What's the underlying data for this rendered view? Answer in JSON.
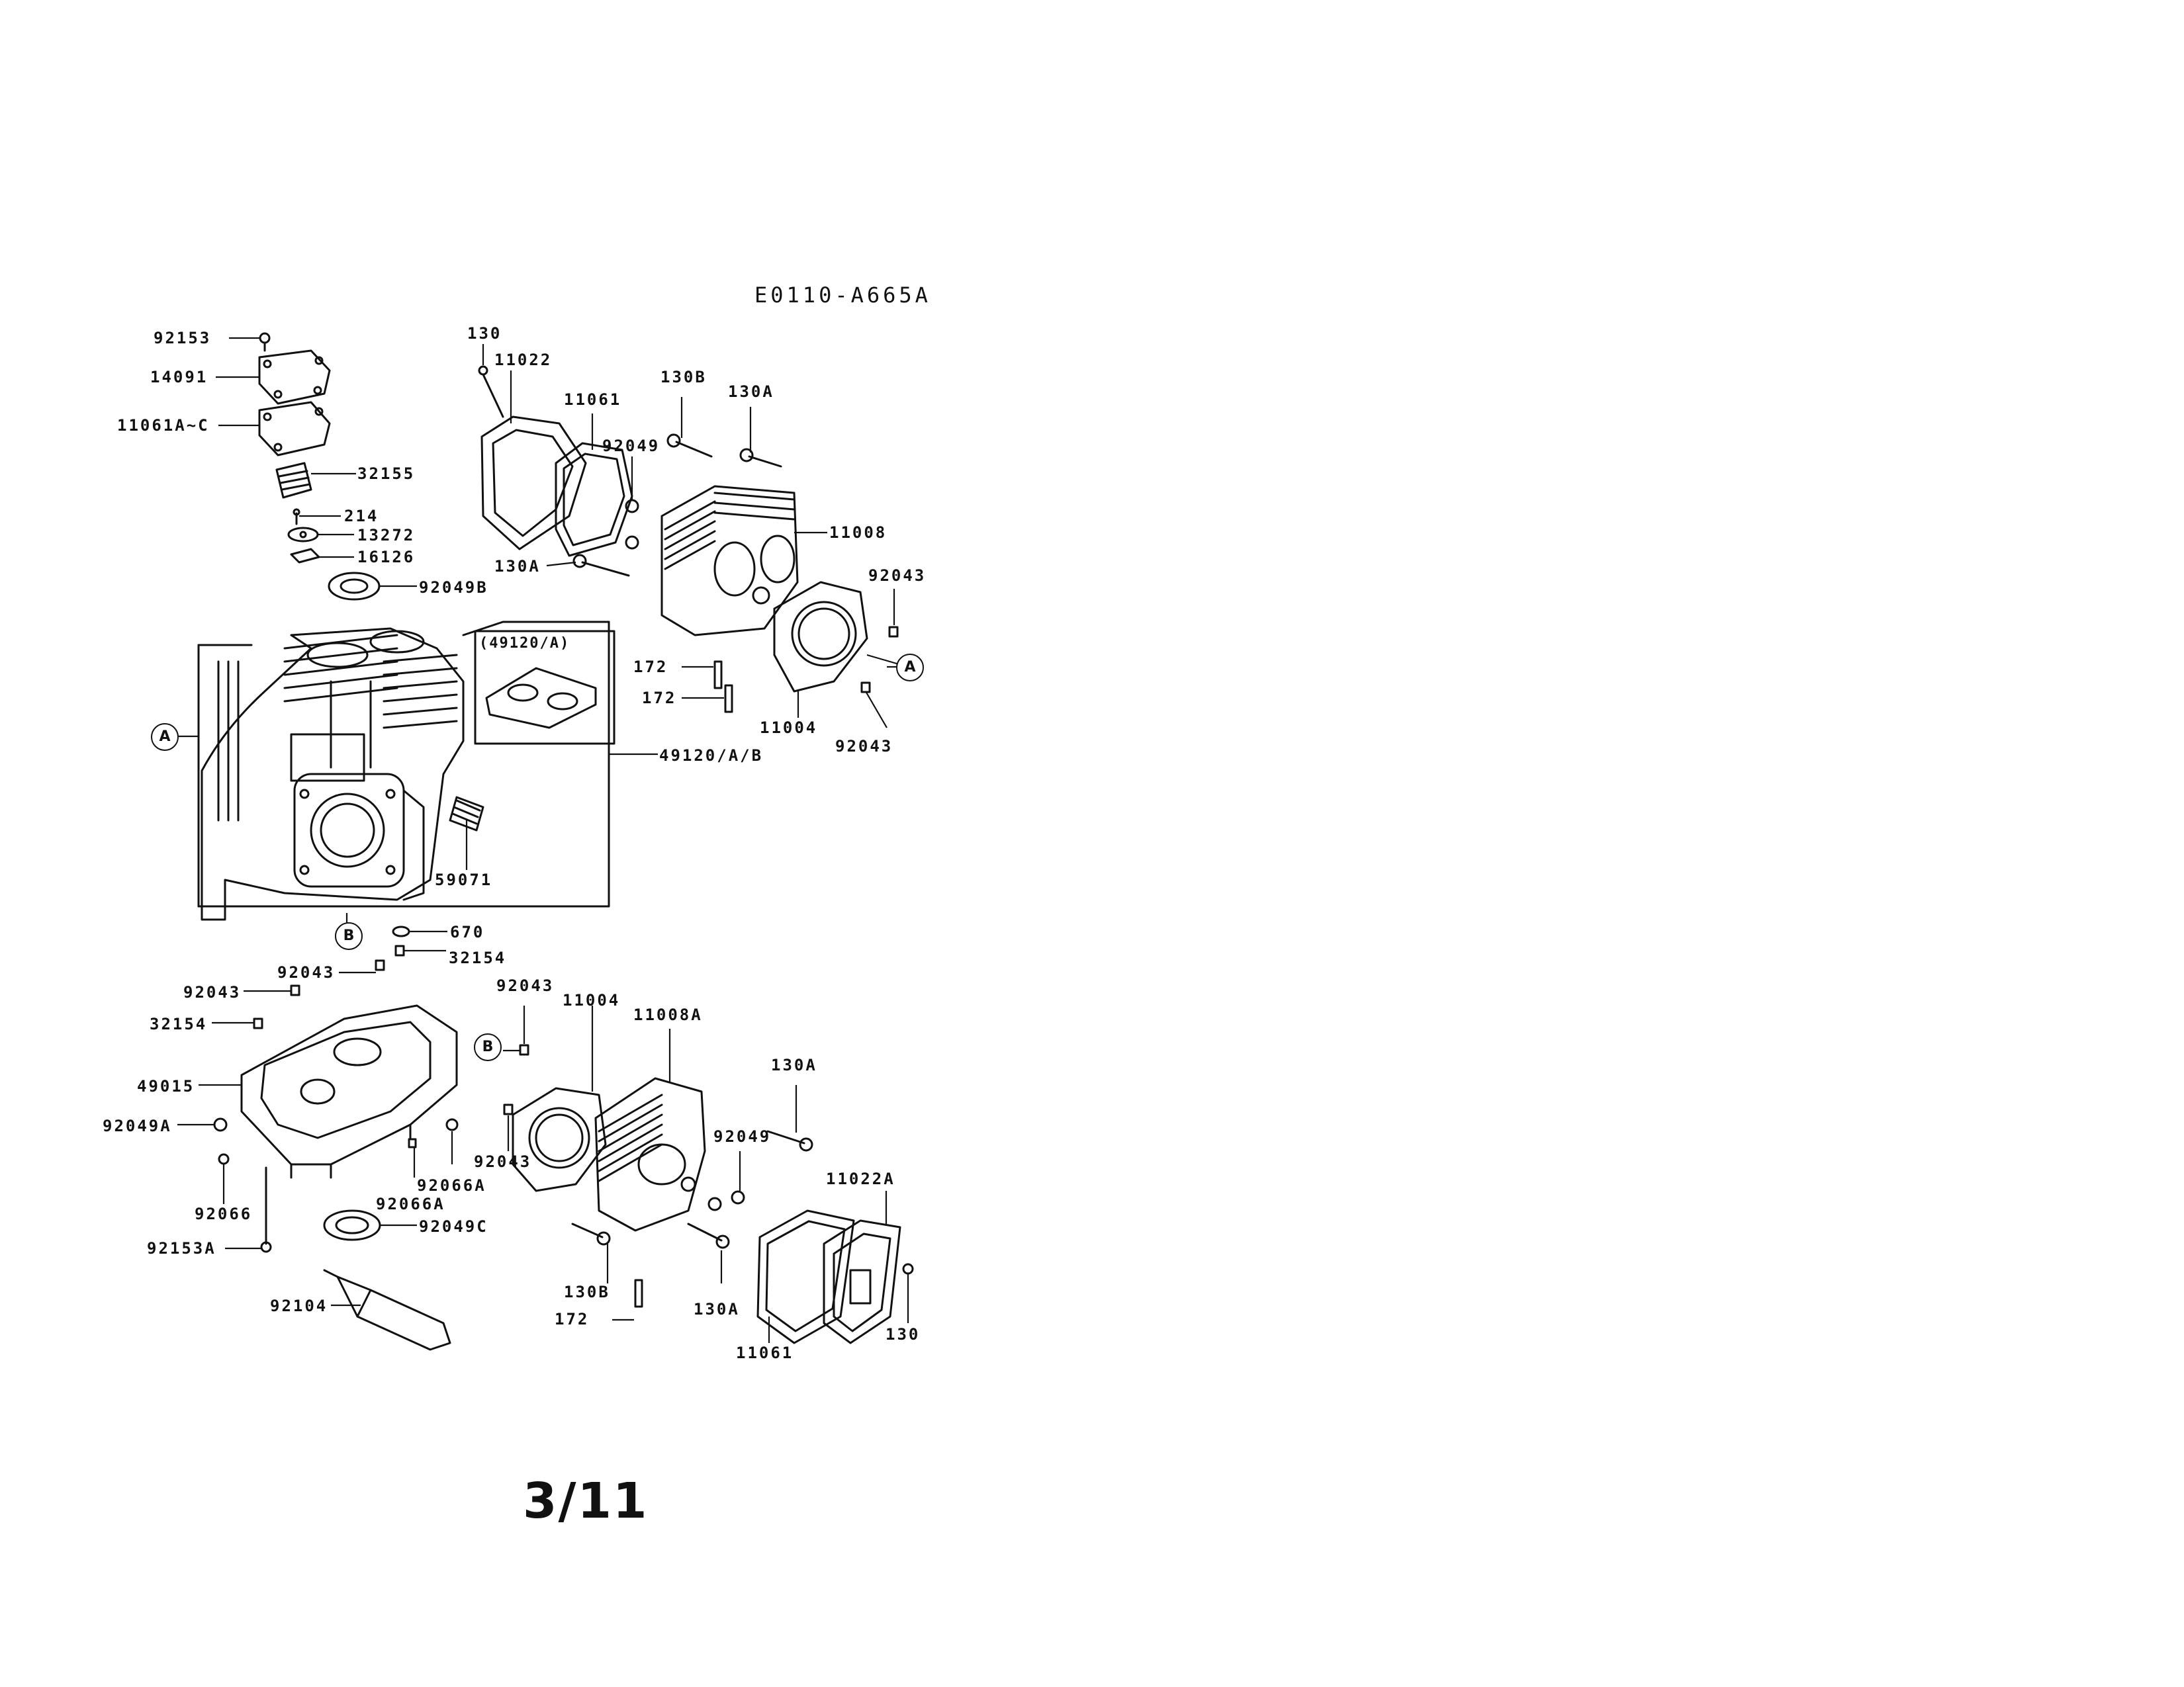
{
  "header": {
    "diagram_code": "E0110-A665A"
  },
  "footer": {
    "page_number": "3/11"
  },
  "callouts": {
    "A_left": "A",
    "A_right": "A",
    "B_main": "B",
    "B_lower": "B"
  },
  "inset": {
    "label": "(49120/A)"
  },
  "labels": {
    "p92153": "92153",
    "p14091": "14091",
    "p11061AC": "11061A~C",
    "p32155": "32155",
    "p214": "214",
    "p13272": "13272",
    "p16126": "16126",
    "p92049B": "92049B",
    "p49120AB": "49120/A/B",
    "p59071": "59071",
    "p670": "670",
    "p130_top": "130",
    "p11022": "11022",
    "p11061_top": "11061",
    "p130B_top": "130B",
    "p130A_top": "130A",
    "p92049_top": "92049",
    "p11008": "11008",
    "p130A_mid": "130A",
    "p92043_r1": "92043",
    "p172_a": "172",
    "p172_b": "172",
    "p11004_top": "11004",
    "p92043_r2": "92043",
    "p92043_l1": "92043",
    "p32154_r": "32154",
    "p92043_l2": "92043",
    "p32154_l": "32154",
    "p49015": "49015",
    "p92049A": "92049A",
    "p92066": "92066",
    "p92153A": "92153A",
    "p92066A_a": "92066A",
    "p92066A_b": "92066A",
    "p92049C": "92049C",
    "p92104": "92104",
    "p92043_b1": "92043",
    "p11004_bot": "11004",
    "p11008A": "11008A",
    "p130A_r": "130A",
    "p92043_b2": "92043",
    "p92049_bot": "92049",
    "p11022A": "11022A",
    "p130B_bot": "130B",
    "p130A_bot": "130A",
    "p172_bot": "172",
    "p11061_bot": "11061",
    "p130_bot": "130"
  }
}
